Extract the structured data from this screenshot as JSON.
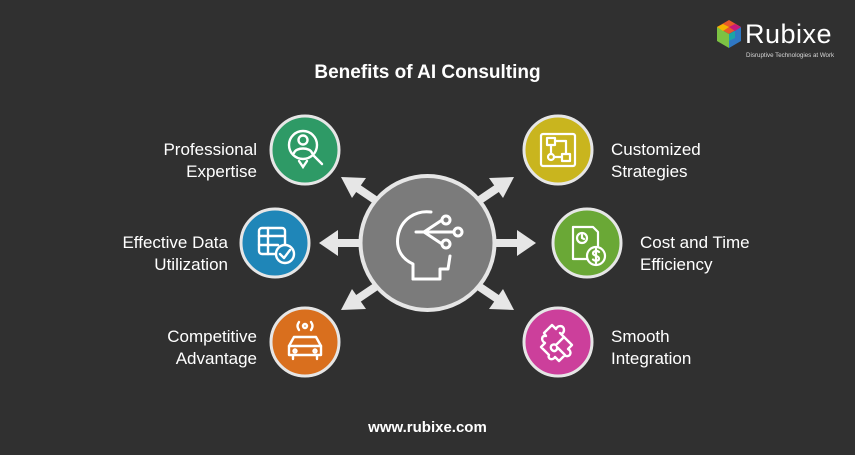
{
  "title": "Benefits of AI Consulting",
  "brand": {
    "name": "Rubixe",
    "tagline": "Disruptive Technologies at Work"
  },
  "footer_url": "www.rubixe.com",
  "center": {
    "icon": "ai-head-icon",
    "color": "#7b7b7b"
  },
  "benefits": [
    {
      "line1": "Professional",
      "line2": "Expertise",
      "icon": "expert-search-icon",
      "color": "#2e9a66"
    },
    {
      "line1": "Effective Data",
      "line2": "Utilization",
      "icon": "data-table-check-icon",
      "color": "#1f86b8"
    },
    {
      "line1": "Competitive",
      "line2": "Advantage",
      "icon": "autonomous-car-icon",
      "color": "#d96f1e"
    },
    {
      "line1": "Customized",
      "line2": "Strategies",
      "icon": "strategy-flowchart-icon",
      "color": "#c9b51e"
    },
    {
      "line1": "Cost and Time",
      "line2": "Efficiency",
      "icon": "time-money-icon",
      "color": "#6aa836"
    },
    {
      "line1": "Smooth",
      "line2": "Integration",
      "icon": "puzzle-icon",
      "color": "#cc3f9b"
    }
  ]
}
